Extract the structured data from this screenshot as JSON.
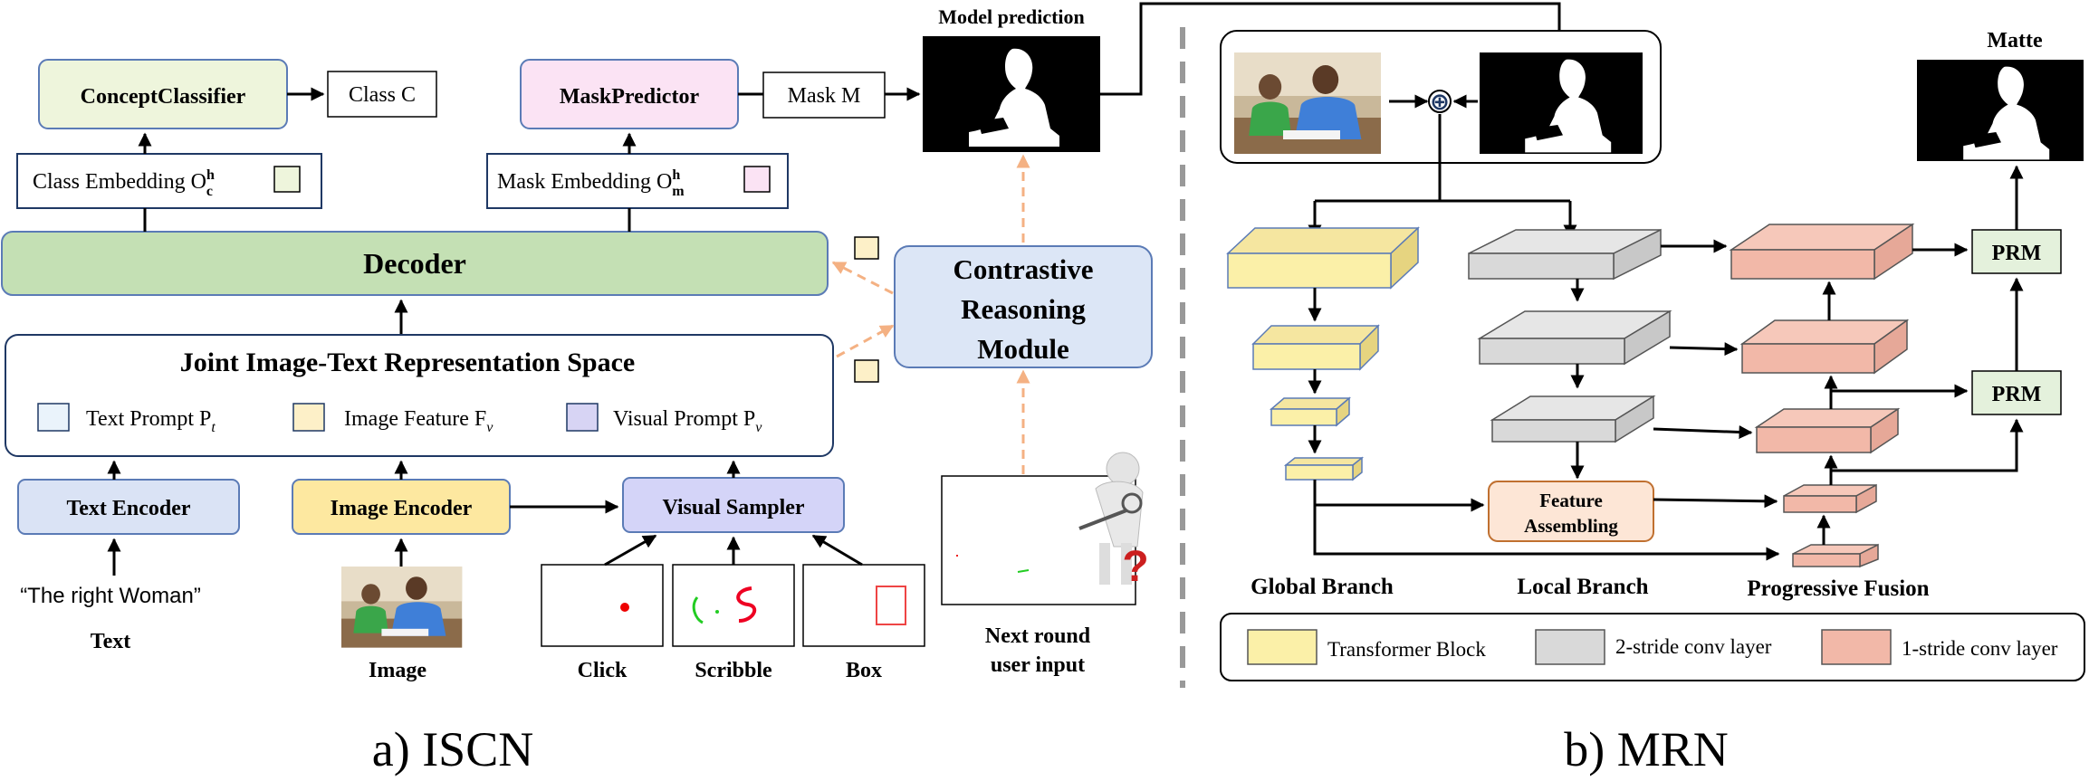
{
  "iscn": {
    "concept_classifier": "ConceptClassifier",
    "class_out": "Class C",
    "mask_predictor": "MaskPredictor",
    "mask_out": "Mask M",
    "model_prediction_label": "Model prediction",
    "class_embedding": "Class Embedding O",
    "class_embedding_sup": "h",
    "class_embedding_sub": "c",
    "mask_embedding": "Mask Embedding O",
    "mask_embedding_sup": "h",
    "mask_embedding_sub": "m",
    "decoder": "Decoder",
    "contrastive_line1": "Contrastive",
    "contrastive_line2": "Reasoning",
    "contrastive_line3": "Module",
    "joint_space": "Joint Image-Text Representation Space",
    "text_prompt": "Text Prompt P",
    "text_prompt_sub": "t",
    "image_feature": "Image Feature F",
    "image_feature_sub": "v",
    "visual_prompt": "Visual Prompt P",
    "visual_prompt_sub": "v",
    "text_encoder": "Text Encoder",
    "image_encoder": "Image Encoder",
    "visual_sampler": "Visual Sampler",
    "text_input": "“The right Woman”",
    "text_caption": "Text",
    "image_caption": "Image",
    "click_caption": "Click",
    "scribble_caption": "Scribble",
    "box_caption": "Box",
    "next_round_line1": "Next round",
    "next_round_line2": "user input",
    "question_mark": "?",
    "panel_caption": "a) ISCN"
  },
  "mrn": {
    "oplus": "⊕",
    "matte_label": "Matte",
    "feature_assembling_line1": "Feature",
    "feature_assembling_line2": "Assembling",
    "prm_top": "PRM",
    "prm_bottom": "PRM",
    "global_branch": "Global Branch",
    "local_branch": "Local Branch",
    "progressive_fusion": "Progressive Fusion",
    "legend": [
      {
        "label": "Transformer Block",
        "color": "#fbf0a8"
      },
      {
        "label": "2-stride conv layer",
        "color": "#d9d9d9"
      },
      {
        "label": "1-stride conv layer",
        "color": "#f2b8a8"
      }
    ],
    "panel_caption": "b) MRN"
  },
  "colors": {
    "classifier": "#eef5dc",
    "mask_predictor": "#fbe3f4",
    "decoder": "#c4e0b4",
    "encoder_blue": "#dae3f5",
    "encoder_yellow": "#fde8a0",
    "visual_sampler": "#d4d4f8",
    "contrastive": "#dce6f6",
    "text_prompt_sq": "#eaf3fb",
    "image_feature_sq": "#fdf0c8",
    "visual_prompt_sq": "#d7d4f4",
    "prm": "#e4f1dc",
    "feature_assembling": "#fde6d6",
    "orange_dash": "#f4b183"
  }
}
